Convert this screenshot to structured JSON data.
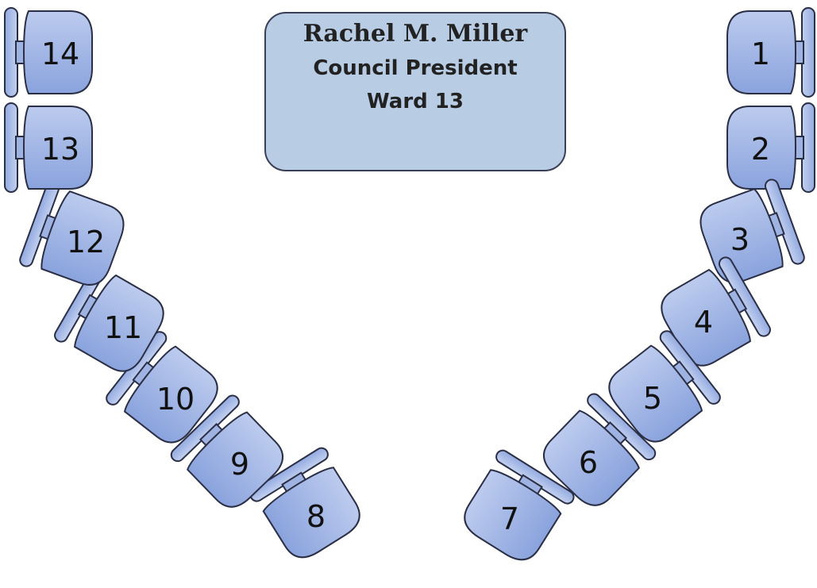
{
  "president_box": {
    "name": "Rachel M. Miller",
    "title": "Council President",
    "ward": "Ward 13"
  },
  "seats": [
    {
      "number": "1"
    },
    {
      "number": "2"
    },
    {
      "number": "3"
    },
    {
      "number": "4"
    },
    {
      "number": "5"
    },
    {
      "number": "6"
    },
    {
      "number": "7"
    },
    {
      "number": "8"
    },
    {
      "number": "9"
    },
    {
      "number": "10"
    },
    {
      "number": "11"
    },
    {
      "number": "12"
    },
    {
      "number": "13"
    },
    {
      "number": "14"
    }
  ],
  "colors": {
    "chair_top": "#b9c9ec",
    "chair_bottom": "#8ea6de",
    "chair_stroke": "#2b2f45",
    "box_fill": "#b8cce4",
    "box_stroke": "#3a3f55"
  }
}
